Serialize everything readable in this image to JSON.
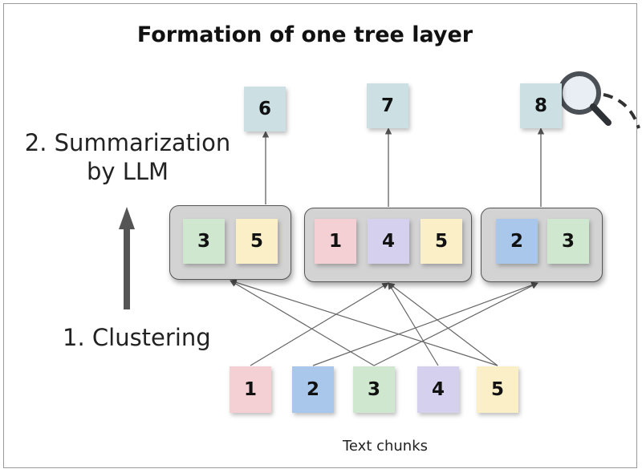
{
  "title": "Formation of one tree layer",
  "steps": {
    "summarization": "2. Summarization by LLM",
    "clustering": "1. Clustering"
  },
  "caption": "Text chunks",
  "chunks": [
    "1",
    "2",
    "3",
    "4",
    "5"
  ],
  "clusters": [
    {
      "members": [
        "3",
        "5"
      ],
      "summary": "6"
    },
    {
      "members": [
        "1",
        "4",
        "5"
      ],
      "summary": "7"
    },
    {
      "members": [
        "2",
        "3"
      ],
      "summary": "8"
    }
  ],
  "colors": {
    "chunk_1": "#f4cfd3",
    "chunk_2": "#a9c7eb",
    "chunk_3": "#cfe7cf",
    "chunk_4": "#d4d0ee",
    "chunk_5": "#fbefc7",
    "summary_node": "#ccdfe2",
    "cluster_box": "#d3d3d3"
  },
  "icons": [
    "up-arrow-icon",
    "magnifier-icon"
  ]
}
